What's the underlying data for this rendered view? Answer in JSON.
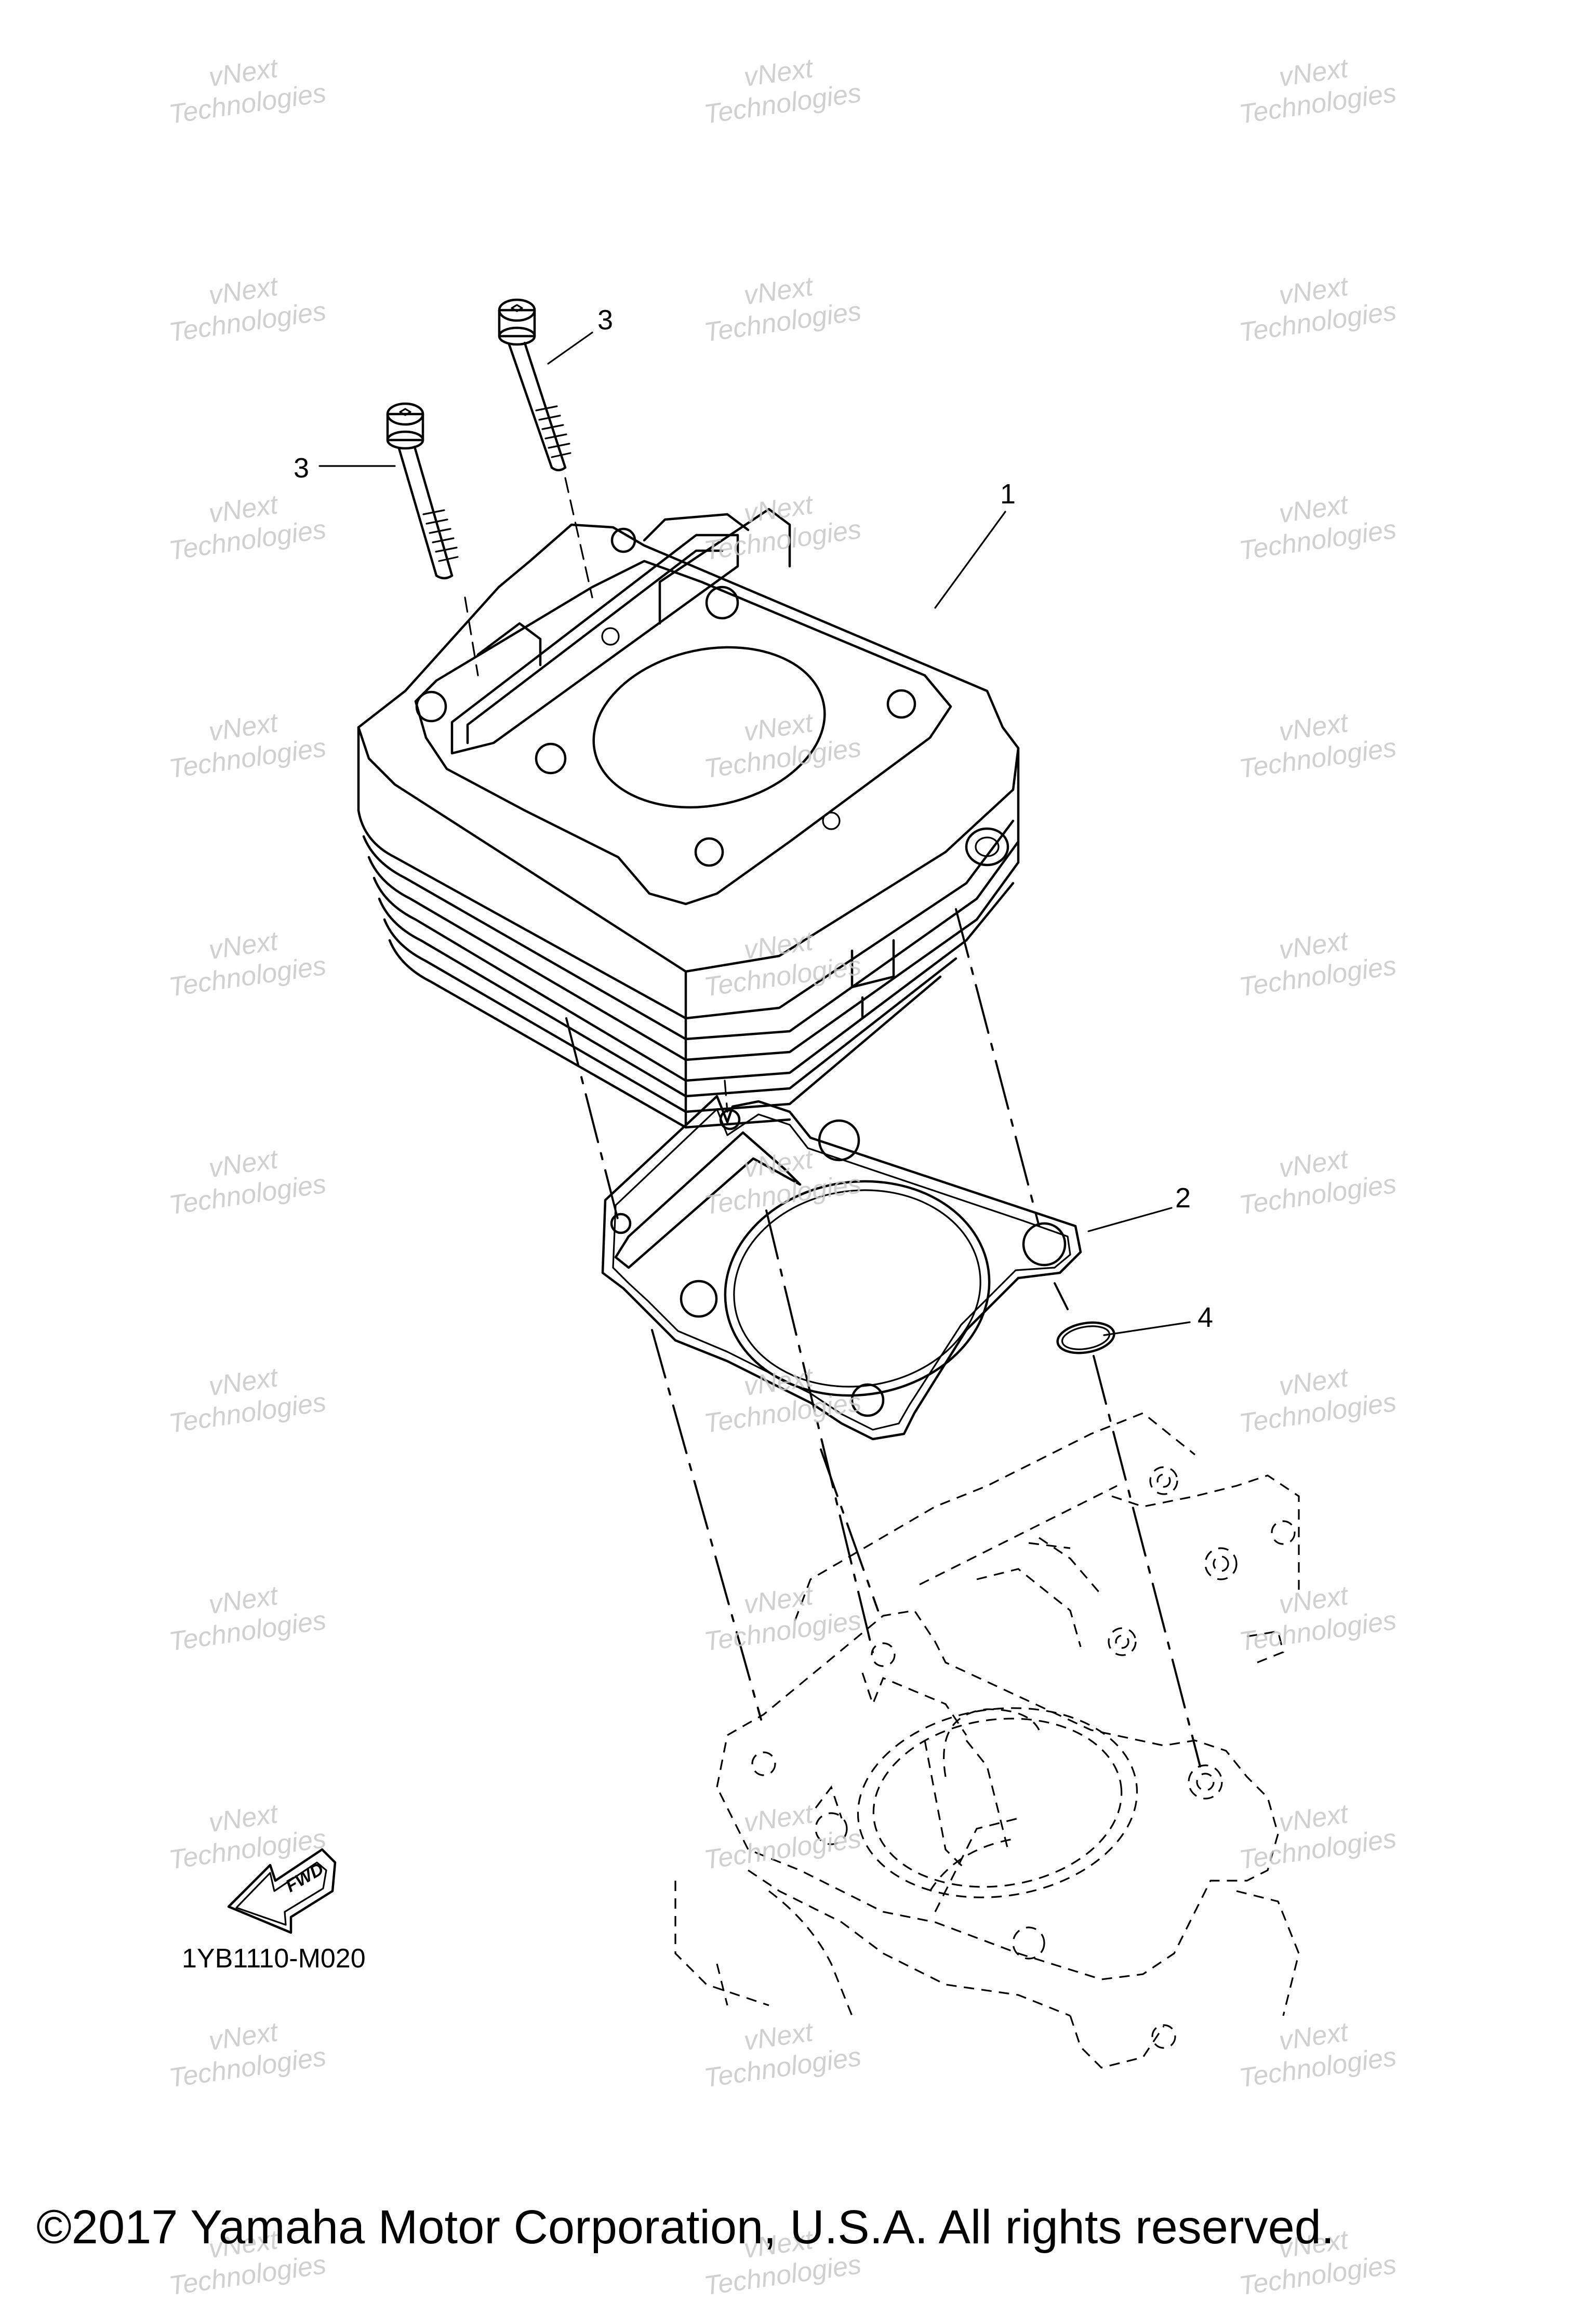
{
  "callouts": {
    "cylinder": "1",
    "gasket": "2",
    "bolt_a": "3",
    "bolt_b": "3",
    "o_ring": "4"
  },
  "fwd_label": "FWD",
  "diagram_code": "1YB1110-M020",
  "watermark": {
    "line1": "vNext",
    "line2": "Technologies"
  },
  "copyright": "©2017 Yamaha Motor Corporation, U.S.A. All rights reserved."
}
